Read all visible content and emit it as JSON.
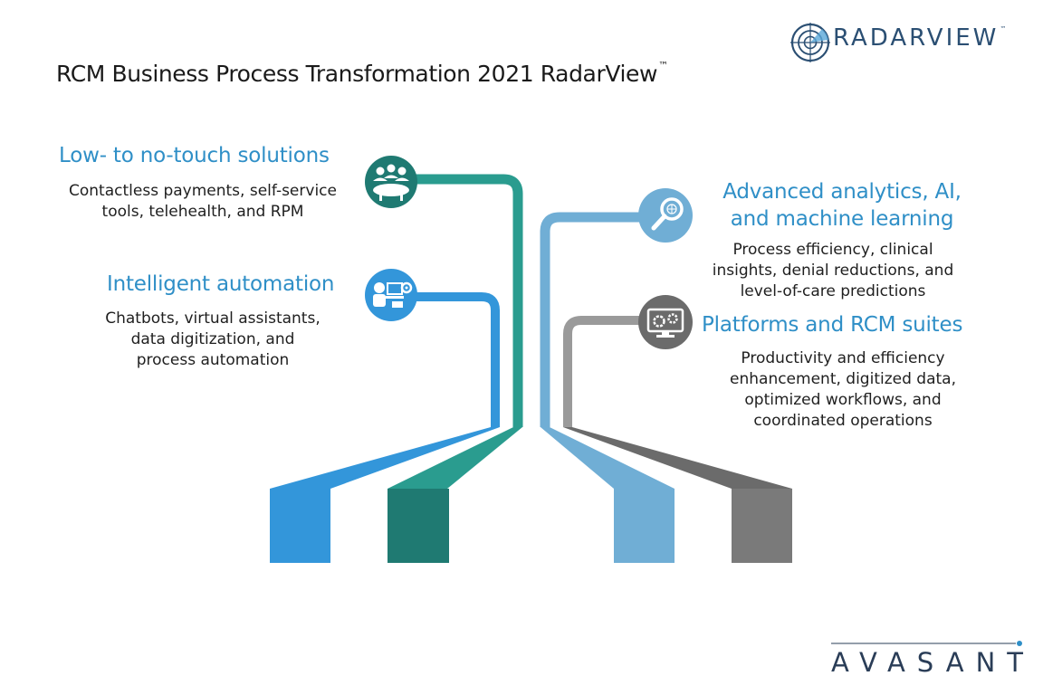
{
  "page": {
    "title": "RCM Business Process Transformation 2021 RadarView",
    "title_mark": "™"
  },
  "brand": {
    "name": "RADARVIEW",
    "mark": "™",
    "footer": "AVASANT"
  },
  "colors": {
    "blue": "#3396da",
    "teal": "#1f7a72",
    "teal_line": "#2a9c8f",
    "light_blue": "#70aed5",
    "gray": "#7a7a7a",
    "gray_line": "#9a9a9a",
    "heading": "#2f8fc7"
  },
  "themes": [
    {
      "heading": "Low- to no-touch solutions",
      "description_lines": [
        "Contactless payments, self-service",
        "tools, telehealth, and RPM"
      ],
      "icon": "people-meeting-icon"
    },
    {
      "heading": "Intelligent automation",
      "description_lines": [
        "Chatbots, virtual assistants,",
        "data digitization, and",
        "process automation"
      ],
      "icon": "robot-automation-icon"
    },
    {
      "heading_lines": [
        "Advanced analytics, AI,",
        "and machine learning"
      ],
      "description_lines": [
        "Process efficiency, clinical",
        "insights, denial reductions, and",
        "level-of-care predictions"
      ],
      "icon": "magnifier-analytics-icon"
    },
    {
      "heading": "Platforms and RCM suites",
      "description_lines": [
        "Productivity and efficiency",
        "enhancement, digitized data,",
        "optimized workflows, and",
        "coordinated operations"
      ],
      "icon": "monitor-gears-icon"
    }
  ]
}
